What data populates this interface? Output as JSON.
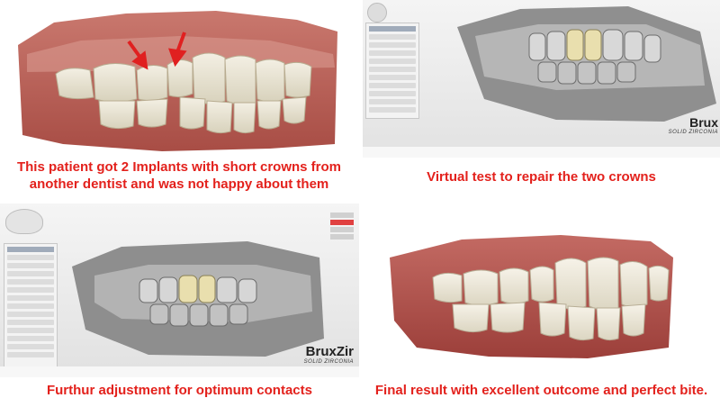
{
  "captions": {
    "top_left": "This patient got 2 Implants with short crowns from another dentist and was not happy about them",
    "top_right": "Virtual test to repair the two crowns",
    "bottom_left": "Furthur adjustment for optimum contacts",
    "bottom_right": "Final result with excellent outcome and perfect bite."
  },
  "cad": {
    "logo_main": "BruxZir",
    "logo_sub": "SOLID ZIRCONIA",
    "logo_main_partial": "Brux",
    "panel_title": "Smile Composer"
  },
  "colors": {
    "caption": "#e3211c",
    "arrow": "#e02020",
    "crown_highlight": "#e9dfae"
  }
}
